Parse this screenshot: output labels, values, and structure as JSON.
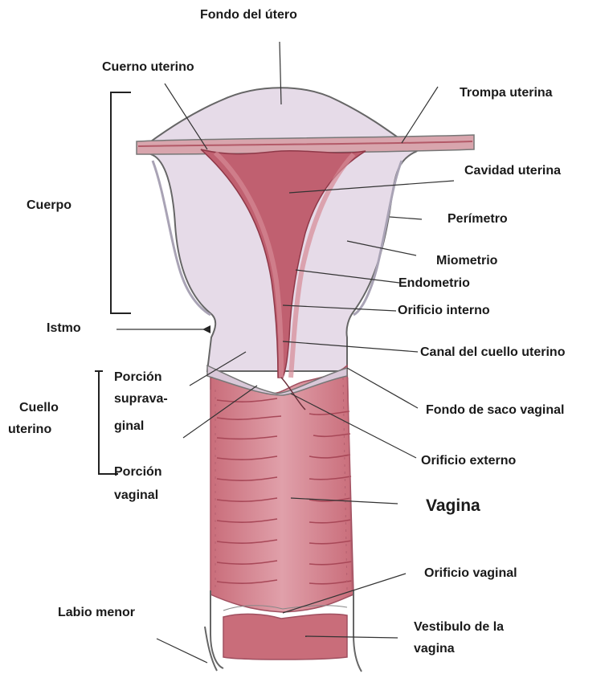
{
  "labels": {
    "fondo": "Fondo del útero",
    "cuerno": "Cuerno uterino",
    "trompa": "Trompa uterina",
    "cavidad": "Cavidad uterina",
    "cuerpo": "Cuerpo",
    "perimetro": "Perímetro",
    "miometrio": "Miometrio",
    "endometrio": "Endometrio",
    "orificio_interno": "Orificio interno",
    "istmo": "Istmo",
    "canal": "Canal del cuello uterino",
    "porcion_supra_1": "Porción",
    "porcion_supra_2": "suprava-",
    "porcion_supra_3": "ginal",
    "cuello_1": "Cuello",
    "cuello_2": "uterino",
    "fondo_saco": "Fondo de saco vaginal",
    "orificio_externo": "Orificio externo",
    "porcion_vag_1": "Porción",
    "porcion_vag_2": "vaginal",
    "vagina": "Vagina",
    "orificio_vaginal": "Orificio vaginal",
    "labio_menor": "Labio menor",
    "vestibulo_1": "Vestibulo de la",
    "vestibulo_2": "vagina"
  },
  "colors": {
    "tissue_light": "#e6dbe8",
    "tissue_pink": "#c06070",
    "tissue_dark": "#a84858",
    "vagina_wall": "#d98f99",
    "outline": "#555555",
    "leader": "#333333"
  }
}
